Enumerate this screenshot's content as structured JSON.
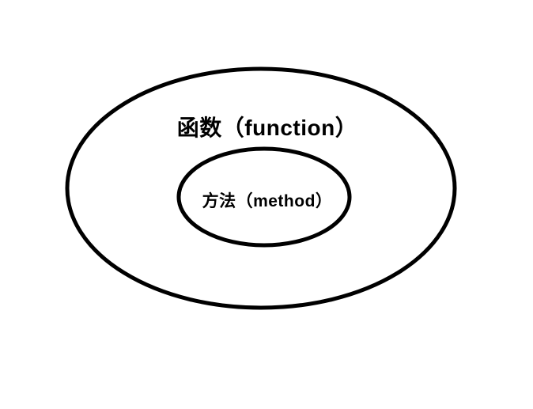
{
  "diagram": {
    "type": "euler-set-diagram",
    "outer_set": {
      "label": "函数（function）"
    },
    "inner_set": {
      "label": "方法（method）"
    },
    "colors": {
      "stroke": "#000000",
      "background": "#ffffff",
      "text": "#000000"
    }
  }
}
